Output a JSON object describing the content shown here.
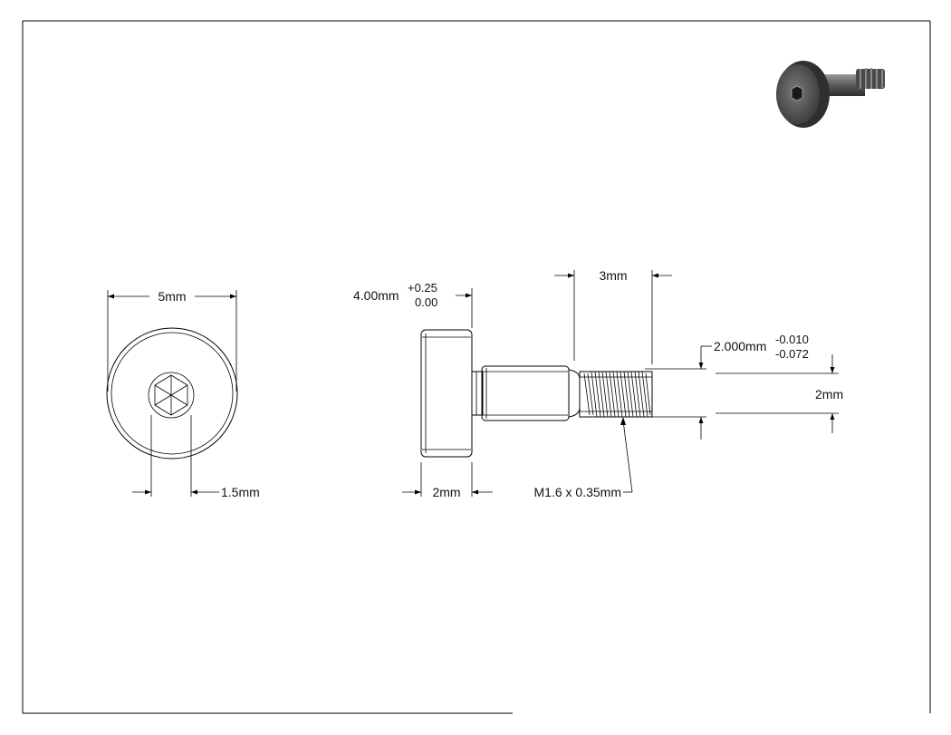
{
  "dimensions": {
    "front_diameter": "5mm",
    "hex_size": "1.5mm",
    "head_diameter": "4.00mm",
    "head_diameter_tol_upper": "+0.25",
    "head_diameter_tol_lower": "0.00",
    "head_height": "2mm",
    "thread_length": "3mm",
    "shoulder_diameter": "2.000mm",
    "shoulder_tol_upper": "-0.010",
    "shoulder_tol_lower": "-0.072",
    "shoulder_length": "2mm",
    "thread_spec": "M1.6 x 0.35mm"
  }
}
